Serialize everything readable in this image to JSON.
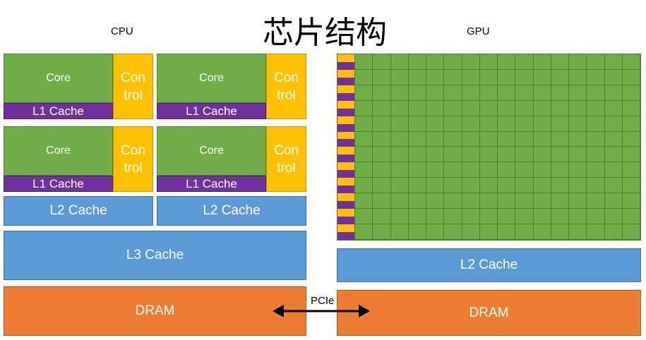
{
  "title": "芯片结构",
  "cpu": {
    "label": "CPU",
    "cores": [
      {
        "core": "Core",
        "l1": "L1 Cache",
        "control_1": "Con",
        "control_2": "trol"
      },
      {
        "core": "Core",
        "l1": "L1 Cache",
        "control_1": "Con",
        "control_2": "trol"
      },
      {
        "core": "Core",
        "l1": "L1 Cache",
        "control_1": "Con",
        "control_2": "trol"
      },
      {
        "core": "Core",
        "l1": "L1 Cache",
        "control_1": "Con",
        "control_2": "trol"
      }
    ],
    "l2": [
      "L2 Cache",
      "L2 Cache"
    ],
    "l3": "L3 Cache",
    "dram": "DRAM"
  },
  "gpu": {
    "label": "GPU",
    "l2": "L2 Cache",
    "dram": "DRAM",
    "grid_rows": 12,
    "grid_cols": 16
  },
  "link": {
    "label": "PCIe"
  },
  "colors": {
    "core": "#70ad47",
    "l1_cache": "#7030a0",
    "control": "#ffc000",
    "cache": "#5b9bd5",
    "dram": "#ed7d31"
  }
}
